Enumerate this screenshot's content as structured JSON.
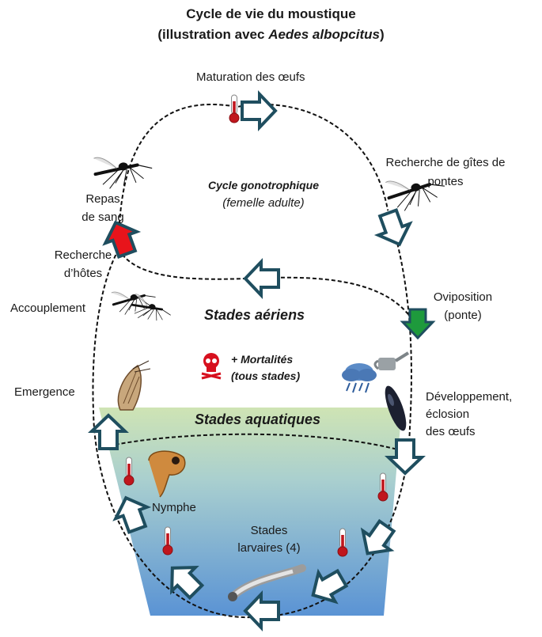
{
  "title": {
    "line1": "Cycle de vie du moustique",
    "line2_prefix": "(illustration avec ",
    "line2_species": "Aedes albopcitus",
    "line2_suffix": ")"
  },
  "labels": {
    "maturation": "Maturation des œufs",
    "recherche_gites_1": "Recherche de gîtes de",
    "recherche_gites_2": "pontes",
    "cycle_gono": "Cycle gonotrophique",
    "femelle": "(femelle adulte)",
    "repas_1": "Repas",
    "repas_2": "de sang",
    "recherche_hotes_1": "Recherche",
    "recherche_hotes_2": "d’hôtes",
    "accouplement": "Accouplement",
    "oviposition_1": "Oviposition",
    "oviposition_2": "(ponte)",
    "stades_aeriens": "Stades aériens",
    "mortalites_1": "+ Mortalités",
    "mortalites_2": "(tous stades)",
    "emergence": "Emergence",
    "developpement_1": "Développement,",
    "developpement_2": "éclosion",
    "developpement_3": "des œufs",
    "stades_aquatiques": "Stades aquatiques",
    "nymphe": "Nymphe",
    "larvaires_1": "Stades",
    "larvaires_2": "larvaires (4)"
  },
  "colors": {
    "arrow_outline": "#1f4e5f",
    "blood_arrow": "#e8141b",
    "oviposition_arrow": "#1e9a3c",
    "skull": "#d7101e",
    "thermometer": "#c0161d",
    "water_top": "#cde3b6",
    "water_bottom": "#5b95d3"
  },
  "icons": [
    "thermometer-icon",
    "mosquito-icon",
    "skull-icon",
    "rain-cloud-icon",
    "watering-can-icon",
    "egg-raft-icon",
    "pupa-icon",
    "larva-icon",
    "emerging-mosquito-icon"
  ]
}
